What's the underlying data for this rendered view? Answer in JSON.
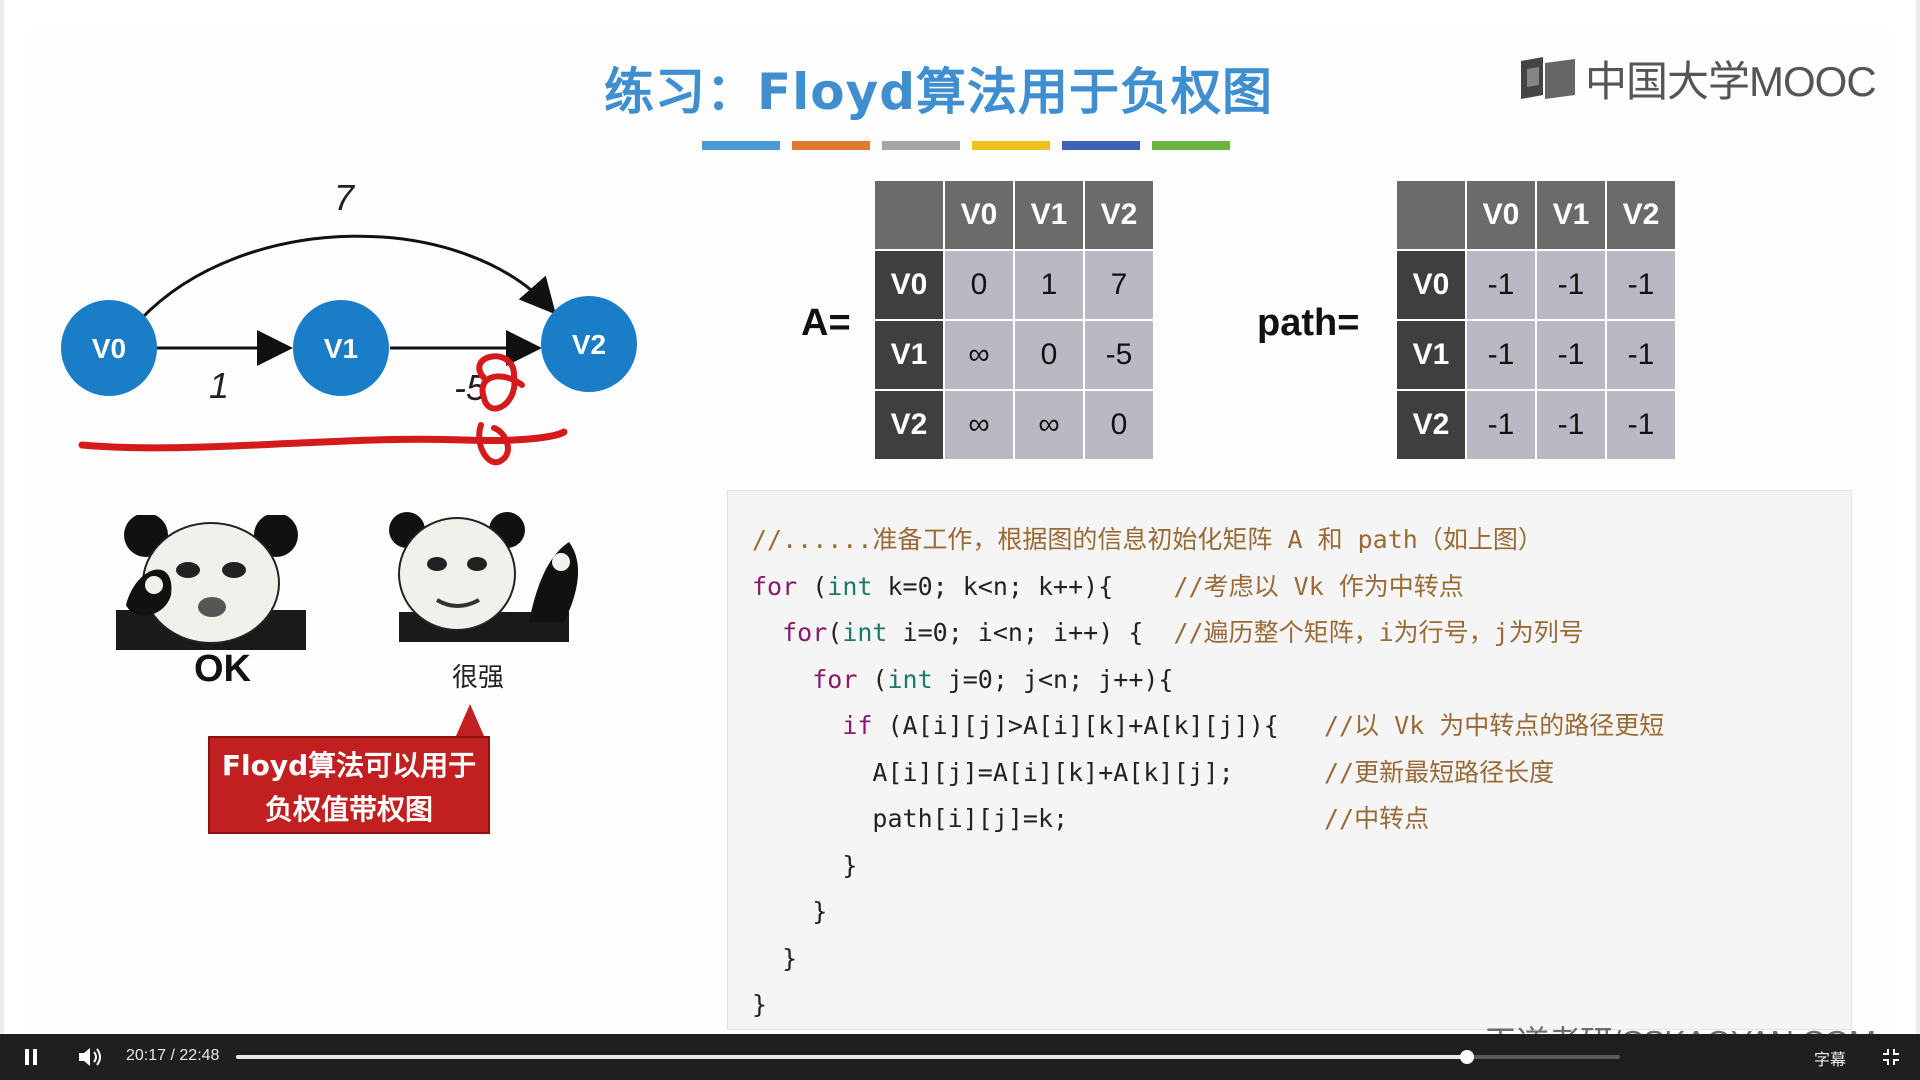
{
  "slide": {
    "title": "练习：Floyd算法用于负权图",
    "logo_text": "中国大学MOOC",
    "color_bar": [
      "#4a9ad6",
      "#e07a2e",
      "#a6a6a6",
      "#f0c21e",
      "#3d63b8",
      "#6db33f"
    ],
    "graph": {
      "nodes": [
        "V0",
        "V1",
        "V2"
      ],
      "edges": {
        "v0_v2": "7",
        "v0_v1": "1",
        "v1_v2": "-5"
      }
    },
    "memes": {
      "ok_caption": "OK",
      "strong_caption": "很强"
    },
    "callout": {
      "line1": "Floyd算法可以用于",
      "line2": "负权值带权图"
    },
    "matrix_a": {
      "label": "A=",
      "headers": [
        "V0",
        "V1",
        "V2"
      ],
      "rows": [
        {
          "name": "V0",
          "cells": [
            "0",
            "1",
            "7"
          ]
        },
        {
          "name": "V1",
          "cells": [
            "∞",
            "0",
            "-5"
          ]
        },
        {
          "name": "V2",
          "cells": [
            "∞",
            "∞",
            "0"
          ]
        }
      ]
    },
    "matrix_path": {
      "label": "path=",
      "headers": [
        "V0",
        "V1",
        "V2"
      ],
      "rows": [
        {
          "name": "V0",
          "cells": [
            "-1",
            "-1",
            "-1"
          ]
        },
        {
          "name": "V1",
          "cells": [
            "-1",
            "-1",
            "-1"
          ]
        },
        {
          "name": "V2",
          "cells": [
            "-1",
            "-1",
            "-1"
          ]
        }
      ]
    },
    "code": {
      "line1_comment": "//......准备工作，根据图的信息初始化矩阵 A 和 path（如上图）",
      "line2_code": "k=0; k<n; k++){",
      "line2_comment": "//考虑以 Vk 作为中转点",
      "line3_code": "i=0; i<n; i++) {",
      "line3_comment": "//遍历整个矩阵，i为行号，j为列号",
      "line4_code": "j=0; j<n; j++){",
      "line5_code": "(A[i][j]>A[i][k]+A[k][j]){",
      "line5_comment": "//以 Vk 为中转点的路径更短",
      "line6_code": "A[i][j]=A[i][k]+A[k][j];",
      "line6_comment": "//更新最短路径长度",
      "line7_code": "path[i][j]=k;",
      "line7_comment": "//中转点",
      "kw_for": "for",
      "kw_if": "if",
      "ty_int": "int",
      "brace": "}"
    },
    "watermark": "王道考研/CSKAOYAN.COM"
  },
  "player": {
    "current_time": "20:17",
    "separator": "/",
    "duration": "22:48",
    "progress": 0.8896,
    "subtitle_label": "字幕"
  }
}
